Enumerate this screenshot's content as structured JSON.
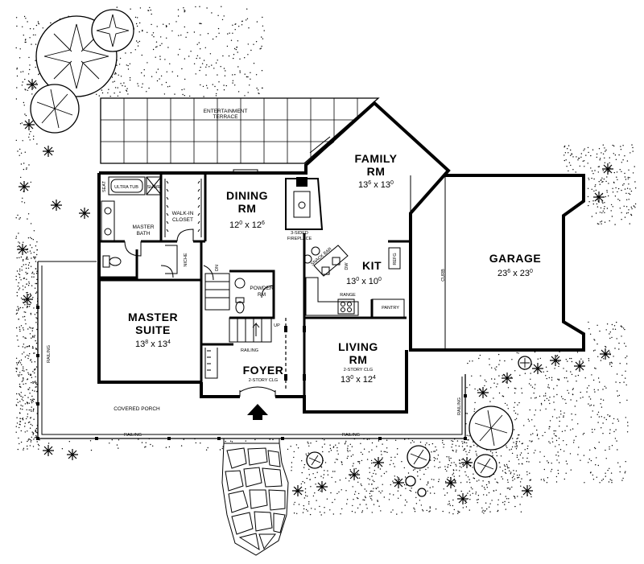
{
  "plan": {
    "rooms": {
      "entertainment_terrace": {
        "line1": "ENTERTAINMENT",
        "line2": "TERRACE"
      },
      "family_rm": {
        "line1": "FAMILY",
        "line2": "RM",
        "dim_w": "13",
        "dim_w_sup": "6",
        "dim_h": "13",
        "dim_h_sup": "0"
      },
      "dining_rm": {
        "line1": "DINING",
        "line2": "RM",
        "dim_w": "12",
        "dim_w_sup": "0",
        "dim_h": "12",
        "dim_h_sup": "6"
      },
      "garage": {
        "line1": "GARAGE",
        "dim_w": "23",
        "dim_w_sup": "6",
        "dim_h": "23",
        "dim_h_sup": "0"
      },
      "kit": {
        "line1": "KIT",
        "dim_w": "13",
        "dim_w_sup": "0",
        "dim_h": "10",
        "dim_h_sup": "0"
      },
      "master_suite": {
        "line1": "MASTER",
        "line2": "SUITE",
        "dim_w": "13",
        "dim_w_sup": "8",
        "dim_h": "13",
        "dim_h_sup": "4"
      },
      "living_rm": {
        "line1": "LIVING",
        "line2": "RM",
        "note": "2-STORY CLG",
        "dim_w": "13",
        "dim_w_sup": "0",
        "dim_h": "12",
        "dim_h_sup": "4"
      },
      "foyer": {
        "line1": "FOYER",
        "note": "2-STORY CLG"
      },
      "master_bath": {
        "line1": "MASTER",
        "line2": "BATH"
      },
      "walk_in_closet": {
        "line1": "WALK-IN",
        "line2": "CLOSET"
      },
      "powder_rm": {
        "line1": "POWDER",
        "line2": "RM"
      },
      "covered_porch": {
        "line1": "COVERED PORCH"
      }
    },
    "labels": {
      "ultra_tub": "ULTRA TUB",
      "seat": "SEAT",
      "shwr": "SHWR",
      "fireplace_1": "3-SIDED",
      "fireplace_2": "FIREPLACE",
      "snack_bar": "SNACK BAR",
      "dw": "DW",
      "refg": "REFG",
      "range": "RANGE",
      "pantry": "PANTRY",
      "curb": "CURB",
      "niche": "NICHE",
      "dn": "DN",
      "up": "UP",
      "railing": "RAILING"
    },
    "dimension_format": "{w}{ws} x {h}{hs}"
  }
}
